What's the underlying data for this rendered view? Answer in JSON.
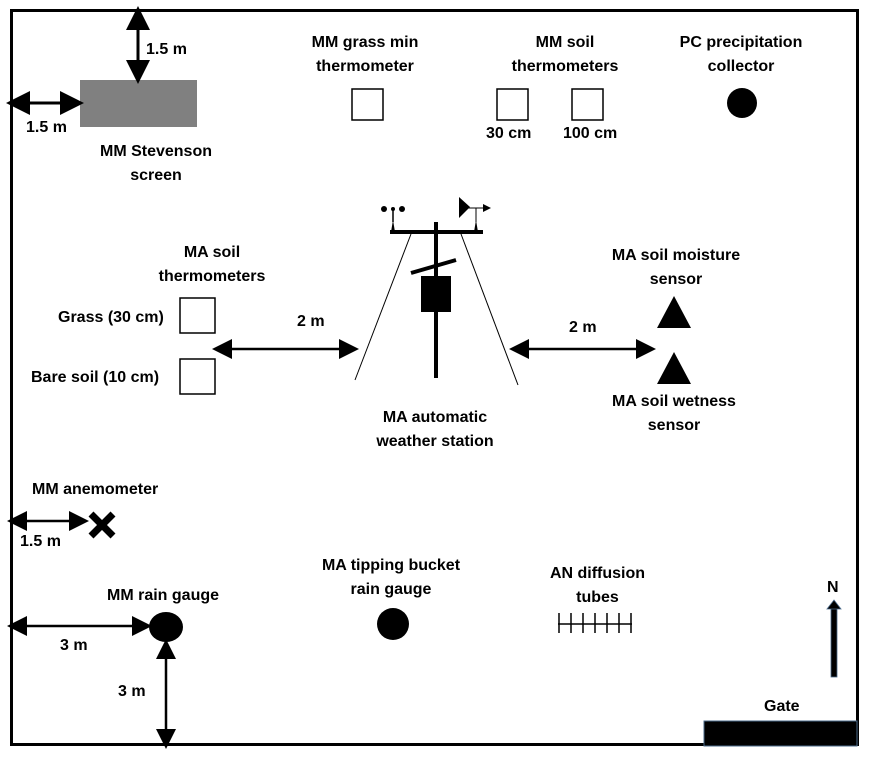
{
  "stevenson": {
    "label": "MM Stevenson\nscreen",
    "top_dist": "1.5 m",
    "left_dist": "1.5 m",
    "color": "#808080"
  },
  "grass_min": {
    "label": "MM grass min\nthermometer"
  },
  "soil_therm_mm": {
    "label": "MM soil\nthermometers",
    "depth1": "30 cm",
    "depth2": "100 cm"
  },
  "precip": {
    "label": "PC precipitation\ncollector"
  },
  "ma_soil_therm": {
    "label": "MA soil\nthermometers",
    "grass": "Grass (30 cm)",
    "bare": "Bare soil (10 cm)"
  },
  "aws": {
    "label": "MA automatic\nweather station",
    "left_dist": "2 m",
    "right_dist": "2 m"
  },
  "soil_moisture": {
    "label": "MA soil moisture\nsensor"
  },
  "soil_wetness": {
    "label": "MA soil wetness\nsensor"
  },
  "anemometer": {
    "label": "MM anemometer",
    "dist": "1.5 m"
  },
  "rain_gauge": {
    "label": "MM rain gauge",
    "left_dist": "3 m",
    "bottom_dist": "3 m"
  },
  "tipping": {
    "label": "MA tipping bucket\nrain gauge"
  },
  "diffusion": {
    "label": "AN diffusion\ntubes"
  },
  "north": {
    "label": "N"
  },
  "gate": {
    "label": "Gate"
  }
}
